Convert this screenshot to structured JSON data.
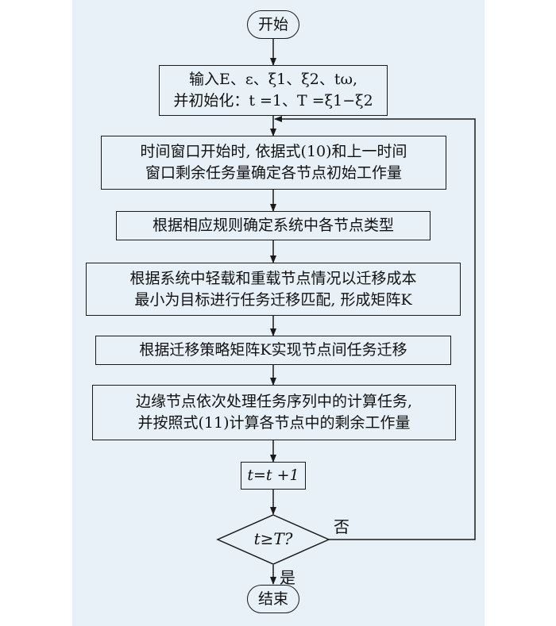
{
  "flowchart": {
    "start": "开始",
    "step1": {
      "line1": "输入E、ε、ξ1、ξ2、tω,",
      "line2": "并初始化：t =1、T =ξ1−ξ2"
    },
    "step2": {
      "line1": "时间窗口开始时, 依据式(10)和上一时间",
      "line2": "窗口剩余任务量确定各节点初始工作量"
    },
    "step3": {
      "line1": "根据相应规则确定系统中各节点类型"
    },
    "step4": {
      "line1": "根据系统中轻载和重载节点情况以迁移成本",
      "line2": "最小为目标进行任务迁移匹配, 形成矩阵K"
    },
    "step5": {
      "line1": "根据迁移策略矩阵K实现节点间任务迁移"
    },
    "step6": {
      "line1": "边缘节点依次处理任务序列中的计算任务,",
      "line2": "并按照式(11)计算各节点中的剩余工作量"
    },
    "step7": {
      "line1": "t=t +1"
    },
    "decision": "t≥T?",
    "no_label": "否",
    "yes_label": "是",
    "end": "结束"
  }
}
